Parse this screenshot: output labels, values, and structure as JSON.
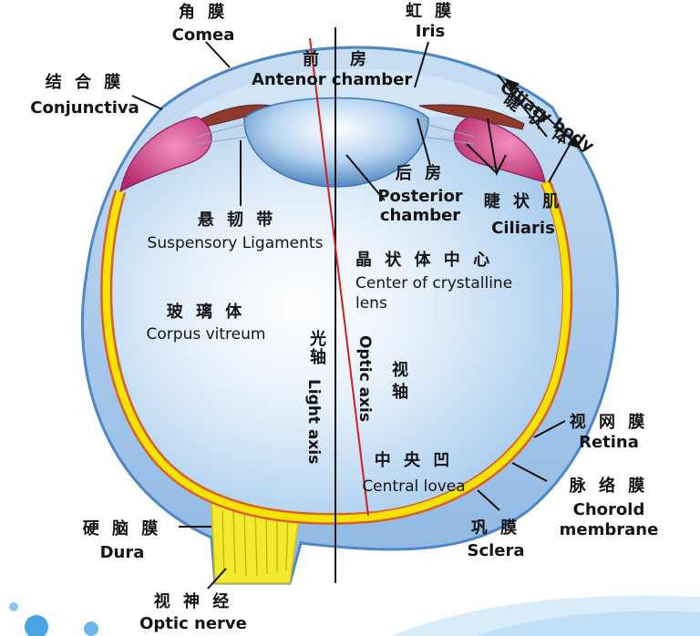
{
  "colors": {
    "sclera": "#9fc3e8",
    "sclera_edge": "#4d87c7",
    "retina": "#f6e400",
    "choroid": "#d9602a",
    "ciliary": "#c9387e",
    "lens_dark": "#3c77b8",
    "vitreous": "#e6f1fb",
    "nerve": "#f5ea3a",
    "optic_axis_line": "#d21f1f"
  },
  "labels": {
    "cornea_cn": "角 膜",
    "cornea_en": "Comea",
    "iris_cn": "虹 膜",
    "iris_en": "Iris",
    "antenor_cn1": "前",
    "antenor_cn2": "房",
    "antenor_en": "Antenor chamber",
    "conjunctiva_cn": "结 合 膜",
    "conjunctiva_en": "Conjunctiva",
    "ciliary_body_en": "Ciliary body",
    "ciliary_body_cn": "睫 状 体",
    "posterior_cn": "后 房",
    "posterior_en1": "Posterior",
    "posterior_en2": "chamber",
    "ciliaris_cn": "睫 状 肌",
    "ciliaris_en": "Ciliaris",
    "suspensory_cn": "悬 韧 带",
    "suspensory_en": "Suspensory Ligaments",
    "lens_center_cn": "晶 状 体 中 心",
    "lens_center_en1": "Center of crystalline",
    "lens_center_en2": "lens",
    "vitreous_cn": "玻 璃 体",
    "vitreous_en": "Corpus vitreum",
    "light_axis_cn": "光轴",
    "light_axis_en": "Light axis",
    "optic_axis_en": "Optic axis",
    "optic_axis_cn": "视 轴",
    "retina_cn": "视 网 膜",
    "retina_en": "Retina",
    "fovea_cn": "中 央 凹",
    "fovea_en": "Central lovea",
    "choroid_cn": "脉 络 膜",
    "choroid_en1": "Chorold",
    "choroid_en2": "membrane",
    "dura_cn": "硬 脑 膜",
    "dura_en": "Dura",
    "sclera_cn": "巩 膜",
    "sclera_en": "Sclera",
    "optic_nerve_cn": "视 神 经",
    "optic_nerve_en": "Optic nerve"
  }
}
